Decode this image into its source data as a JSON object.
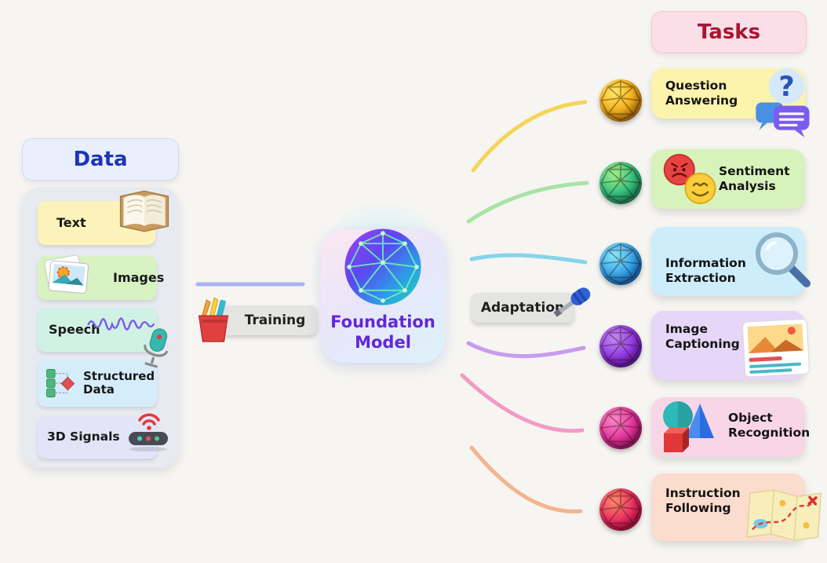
{
  "data_panel": {
    "header": "Data",
    "items": [
      {
        "label": "Text",
        "icon": "book-icon",
        "color": "#fbf3ba"
      },
      {
        "label": "Images",
        "icon": "photo-stack-icon",
        "color": "#d8f2c2"
      },
      {
        "label": "Speech",
        "icon": "waveform-microphone-icon",
        "color": "#d0f2e4"
      },
      {
        "label": "Structured Data",
        "icon": "flowchart-icon",
        "color": "#d5edfa"
      },
      {
        "label": "3D Signals",
        "icon": "speaker-wifi-icon",
        "color": "#e1e5f8"
      }
    ]
  },
  "pipeline": {
    "training_label": "Training",
    "training_icon": "pencil-cup-icon",
    "training_arrow_color": "#a9b3f2",
    "foundation_model_label": "Foundation Model",
    "foundation_model_icon": "network-globe-icon",
    "foundation_model_text_color": "#6326d9",
    "adaptation_label": "Adaptation",
    "adaptation_icon": "screwdriver-icon"
  },
  "tasks_panel": {
    "header": "Tasks",
    "header_text_color": "#a81531",
    "items": [
      {
        "label": "Question Answering",
        "glyph": "?",
        "icon": "question-chat-icon",
        "color": "#fcf3ac",
        "arrow_color": "#f4d557",
        "sphere": "yellow-polyhedron"
      },
      {
        "label": "Sentiment Analysis",
        "icon": "emoji-faces-icon",
        "color": "#d8f2bc",
        "arrow_color": "#a8e3a3",
        "sphere": "green-polyhedron"
      },
      {
        "label": "Information Extraction",
        "icon": "magnifier-icon",
        "color": "#cdedfa",
        "arrow_color": "#86d4ea",
        "sphere": "blue-polyhedron"
      },
      {
        "label": "Image Captioning",
        "icon": "picture-card-icon",
        "color": "#e6d6f8",
        "arrow_color": "#c89bed",
        "sphere": "purple-polyhedron"
      },
      {
        "label": "Object Recognition",
        "icon": "shapes-icon",
        "color": "#f9d6e7",
        "arrow_color": "#f09cc5",
        "sphere": "magenta-polyhedron"
      },
      {
        "label": "Instruction Following",
        "icon": "map-route-icon",
        "color": "#fcdccd",
        "arrow_color": "#f3b48e",
        "sphere": "red-polyhedron"
      }
    ]
  }
}
